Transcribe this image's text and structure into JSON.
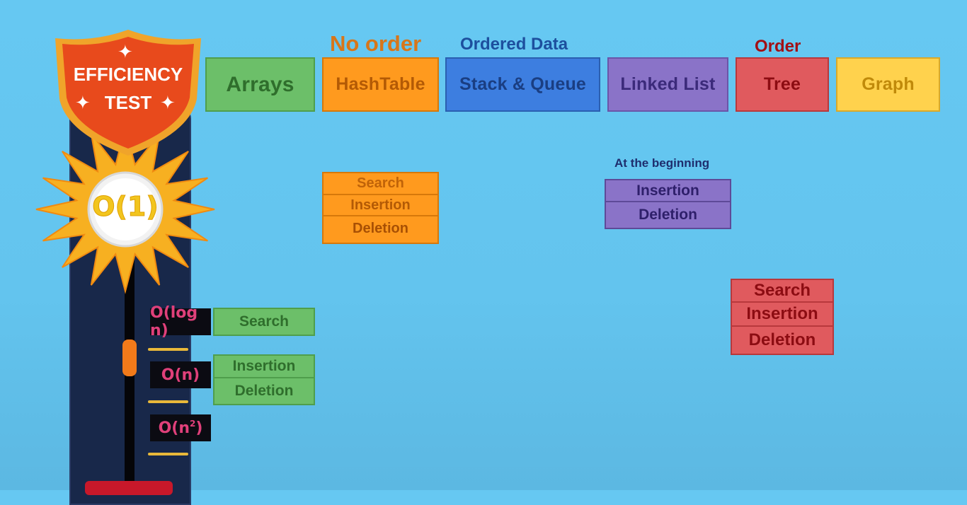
{
  "badge": {
    "line1": "EFFICIENCY",
    "line2": "TEST",
    "value": "O(1)"
  },
  "meter": {
    "tags": [
      "O(log n)",
      "O(n)",
      "O(n",
      "2",
      ")"
    ]
  },
  "top_labels": {
    "no_order": "No order",
    "ordered_data": "Ordered Data",
    "order": "Order",
    "at_beginning": "At the beginning"
  },
  "structures": {
    "arrays": "Arrays",
    "hashtable": "HashTable",
    "stack_queue": "Stack & Queue",
    "linked_list": "Linked List",
    "tree": "Tree",
    "graph": "Graph"
  },
  "arrays_ops": {
    "search": "Search",
    "insertion": "Insertion",
    "deletion": "Deletion"
  },
  "hashtable_ops": {
    "search": "Search",
    "insertion": "Insertion",
    "deletion": "Deletion"
  },
  "linkedlist_ops": {
    "insertion": "Insertion",
    "deletion": "Deletion"
  },
  "tree_ops": {
    "search": "Search",
    "insertion": "Insertion",
    "deletion": "Deletion"
  },
  "colors": {
    "arrays": "#6cbf69",
    "hashtable": "#ff9a1e",
    "stack_queue": "#3d7ee0",
    "linked_list": "#8a73c8",
    "tree": "#e05a5e",
    "graph": "#ffd24d"
  }
}
